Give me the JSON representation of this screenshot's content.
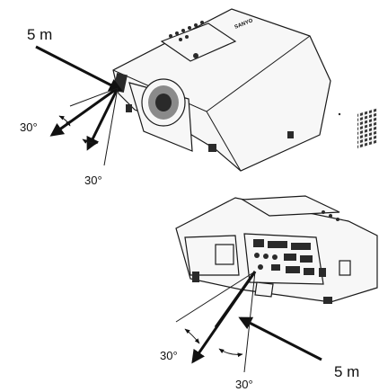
{
  "figure": {
    "top": {
      "distance_label": "5 m",
      "angle_label_left": "30°",
      "angle_label_bottom": "30°",
      "brand": "SANYO"
    },
    "bottom": {
      "distance_label": "5 m",
      "angle_label_left": "30°",
      "angle_label_bottom": "30°"
    }
  },
  "colors": {
    "line": "#111111",
    "body": "#f7f7f7"
  }
}
